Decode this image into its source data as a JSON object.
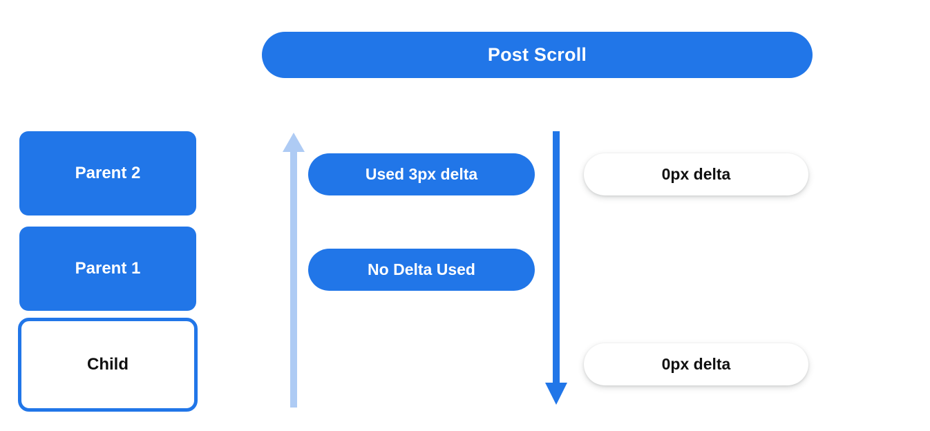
{
  "header": {
    "title": "Post Scroll",
    "color": "#2176e8"
  },
  "scroll_tree": {
    "nodes": [
      {
        "label": "Parent 2",
        "style": "filled"
      },
      {
        "label": "Parent 1",
        "style": "filled"
      },
      {
        "label": "Child",
        "style": "outlined"
      }
    ]
  },
  "arrows": [
    {
      "name": "bubble-up-arrow",
      "direction": "up",
      "color": "#aecbf4"
    },
    {
      "name": "scroll-down-arrow",
      "direction": "down",
      "color": "#2176e8"
    }
  ],
  "delta_column": {
    "items": [
      {
        "label": "Used 3px delta",
        "row": "top"
      },
      {
        "label": "No Delta Used",
        "row": "mid"
      }
    ]
  },
  "result_column": {
    "items": [
      {
        "label": "0px delta",
        "row": "top"
      },
      {
        "label": "0px delta",
        "row": "bottom"
      }
    ]
  },
  "colors": {
    "accent_blue": "#2176e8",
    "light_blue": "#aecbf4",
    "surface_white": "#ffffff",
    "text_dark": "#111111"
  }
}
